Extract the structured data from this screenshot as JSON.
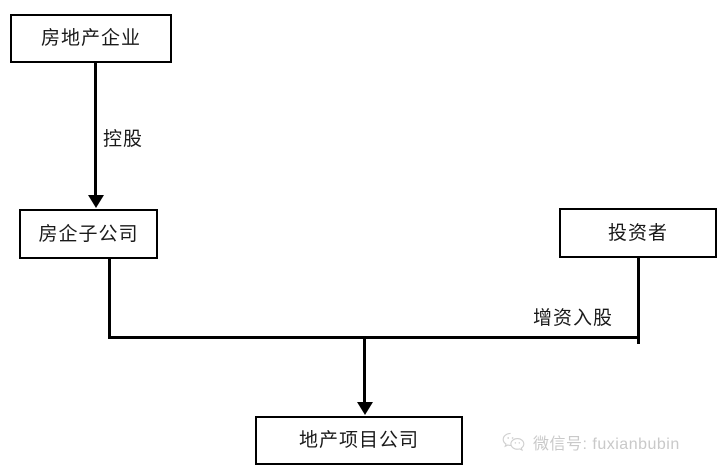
{
  "diagram": {
    "type": "flowchart",
    "title": "",
    "nodes": [
      {
        "id": "developer",
        "label": "房地产企业"
      },
      {
        "id": "subsidiary",
        "label": "房企子公司"
      },
      {
        "id": "investor",
        "label": "投资者"
      },
      {
        "id": "project",
        "label": "地产项目公司"
      }
    ],
    "edges": [
      {
        "from": "developer",
        "to": "subsidiary",
        "label": "控股",
        "arrow": true
      },
      {
        "from": "subsidiary",
        "to": "project",
        "label": "",
        "arrow": true
      },
      {
        "from": "investor",
        "to": "project",
        "label": "增资入股",
        "arrow": true
      }
    ],
    "edge_labels": {
      "control": "控股",
      "capital_injection": "增资入股"
    },
    "colors": {
      "line": "#000000",
      "text": "#1a1a1a",
      "background": "#ffffff",
      "watermark": "#c9c9c9"
    }
  },
  "watermark": {
    "icon": "wechat-icon",
    "text": "微信号: fuxianbubin"
  }
}
